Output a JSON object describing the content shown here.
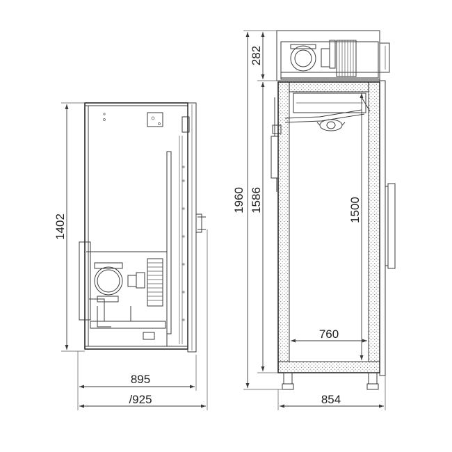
{
  "dimensions": {
    "side_height": "1402",
    "side_depth": "895",
    "side_depth_total": "/925",
    "front_total_height": "1960",
    "front_body_height": "1586",
    "front_top_unit": "282",
    "front_inner_height": "1500",
    "front_inner_width": "760",
    "front_outer_width": "854"
  }
}
